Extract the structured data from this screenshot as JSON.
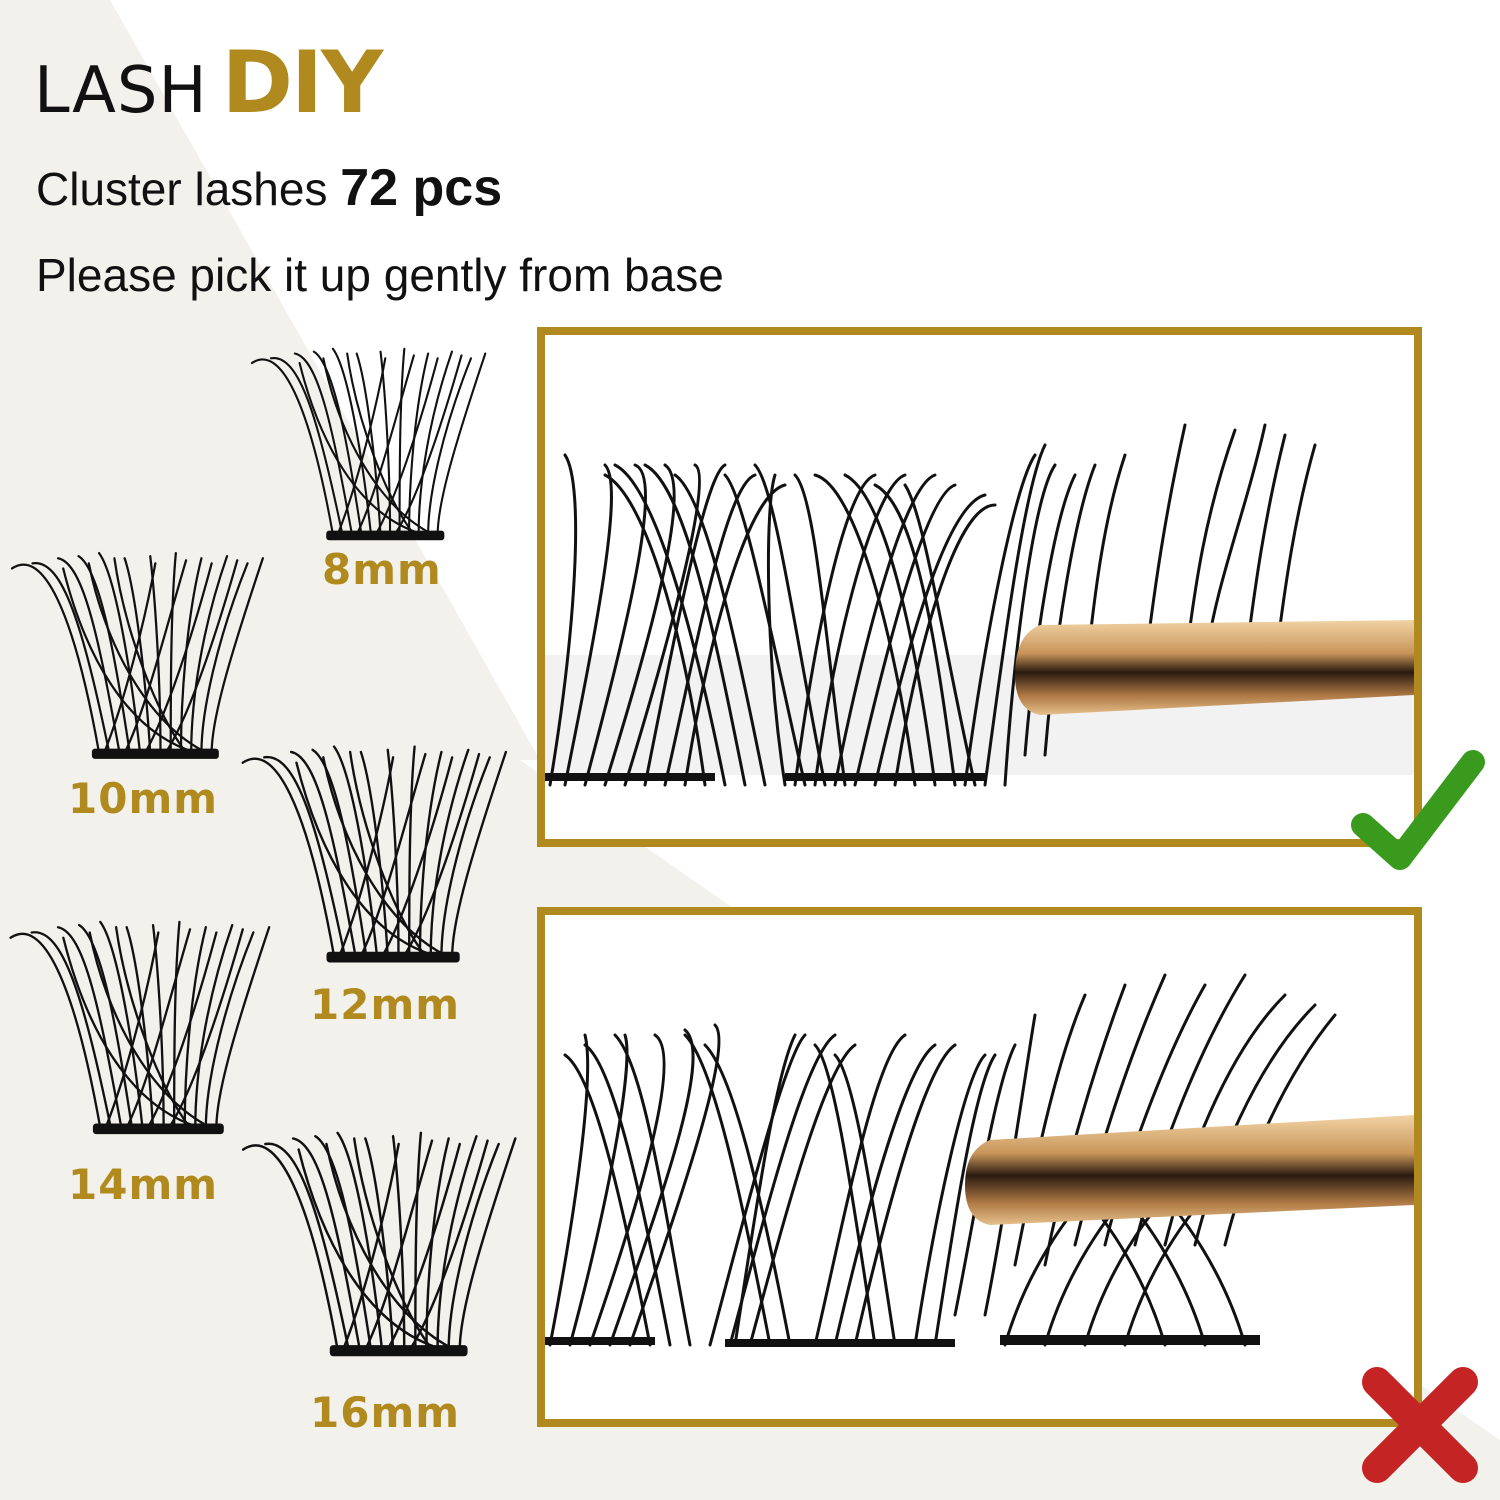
{
  "header": {
    "title_plain": "LASH",
    "title_accent": "DIY",
    "subtitle_prefix": "Cluster lashes",
    "subtitle_count": "72 pcs",
    "instruction": "Please pick it up gently from base"
  },
  "sizes": [
    {
      "label": "8mm"
    },
    {
      "label": "10mm"
    },
    {
      "label": "12mm"
    },
    {
      "label": "14mm"
    },
    {
      "label": "16mm"
    }
  ],
  "panels": [
    {
      "name": "correct",
      "status_icon": "check-icon",
      "status": "correct pick-up from base"
    },
    {
      "name": "incorrect",
      "status_icon": "cross-icon",
      "status": "incorrect pick-up from lash middle"
    }
  ],
  "colors": {
    "gold": "#b08a1f",
    "background_tint": "#f3f1ec",
    "check_green": "#3a9a1e",
    "cross_red": "#c42424",
    "lash_black": "#111111"
  }
}
